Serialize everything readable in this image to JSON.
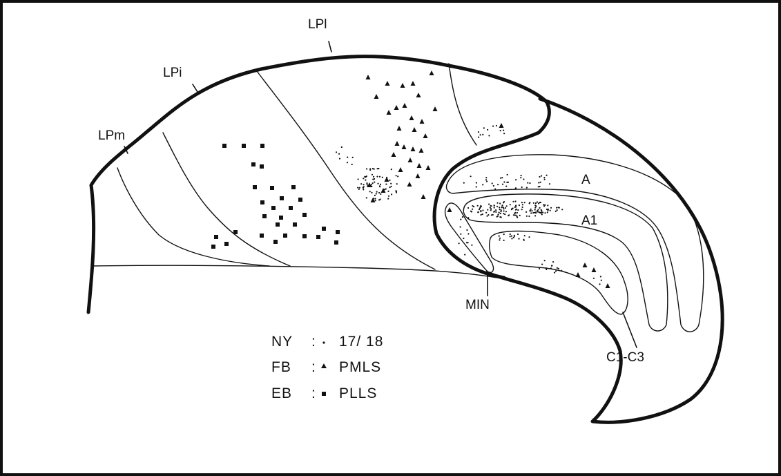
{
  "labels": {
    "lpl": "LPl",
    "lpi": "LPi",
    "lpm": "LPm",
    "layer_a": "A",
    "layer_a1": "A1",
    "min": "MIN",
    "c1_c3": "C1-C3"
  },
  "legend": [
    {
      "tracer": "NY",
      "marker": "dot",
      "area": "17/ 18"
    },
    {
      "tracer": "FB",
      "marker": "triangle",
      "area": "PMLS"
    },
    {
      "tracer": "EB",
      "marker": "square",
      "area": "PLLS"
    }
  ],
  "legend_separator": ":"
}
